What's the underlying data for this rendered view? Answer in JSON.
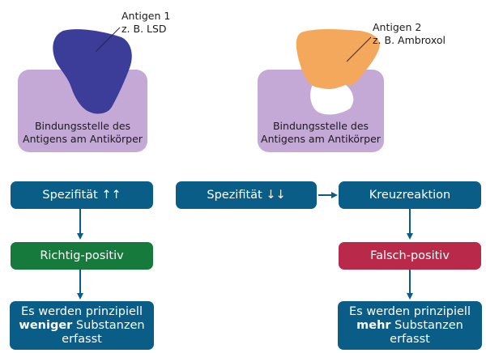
{
  "left": {
    "antigen_name": "Antigen 1",
    "antigen_example": "z. B. LSD",
    "site_line1": "Bindungsstelle des",
    "site_line2": "Antigens am Antikörper",
    "specificity": "Spezifität ↑↑",
    "result": "Richtig-positiv",
    "outcome_pre": "Es werden prinzipiell",
    "outcome_emph": "weniger",
    "outcome_post": " Substanzen",
    "outcome_line3": "erfasst"
  },
  "right": {
    "antigen_name": "Antigen 2",
    "antigen_example": "z. B. Ambroxol",
    "site_line1": "Bindungsstelle des",
    "site_line2": "Antigens am Antikörper",
    "specificity": "Spezifität ↓↓",
    "cross": "Kreuzreaktion",
    "result": "Falsch-positiv",
    "outcome_pre": "Es werden prinzipiell",
    "outcome_emph": "mehr",
    "outcome_post": " Substanzen",
    "outcome_line3": "erfasst"
  },
  "colors": {
    "antigen1": "#3b3d99",
    "antigen2": "#f4a85c",
    "binding_site": "#c4a8d6",
    "flow_blue": "#0a5d86",
    "true_positive": "#157a3c",
    "false_positive": "#b8294a"
  }
}
